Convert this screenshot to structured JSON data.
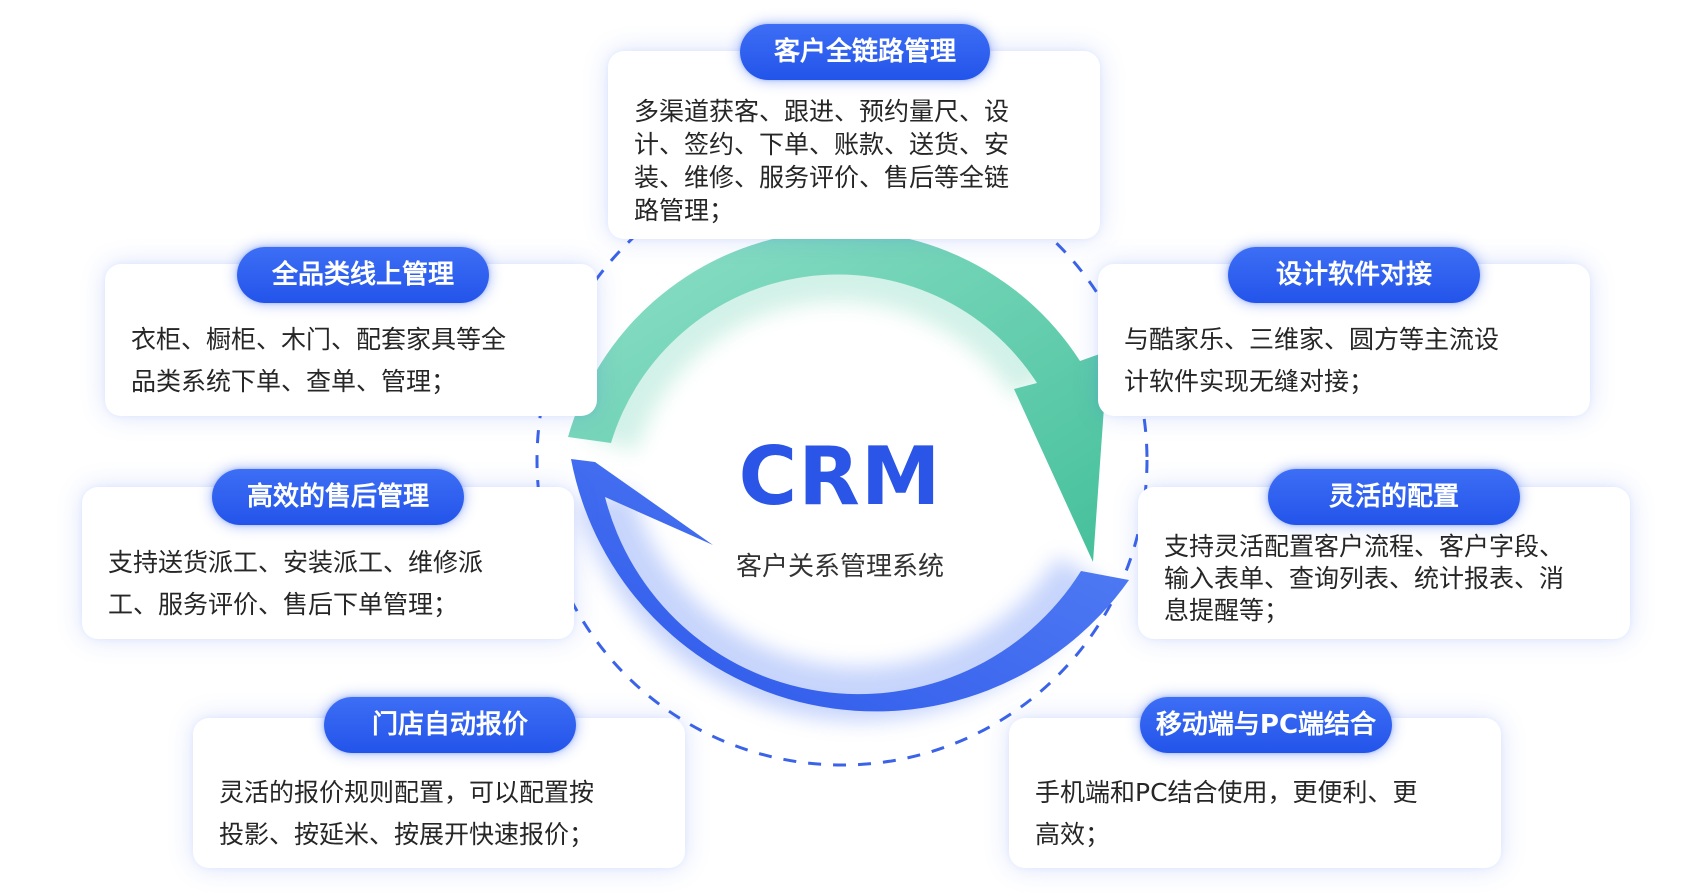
{
  "center": {
    "title": "CRM",
    "subtitle": "客户关系管理系统"
  },
  "colors": {
    "accent_blue": "#2a55e6",
    "arc_green": "#5ccaaa",
    "dash_blue": "#3b63e8"
  },
  "cards": [
    {
      "title": "客户全链路管理",
      "lines": [
        "多渠道获客、跟进、预约量尺、设",
        "计、签约、下单、账款、送货、安",
        "装、维修、服务评价、售后等全链",
        "路管理；"
      ]
    },
    {
      "title": "全品类线上管理",
      "lines": [
        "衣柜、橱柜、木门、配套家具等全",
        "品类系统下单、查单、管理；"
      ]
    },
    {
      "title": "设计软件对接",
      "lines": [
        "与酷家乐、三维家、圆方等主流设",
        "计软件实现无缝对接；"
      ]
    },
    {
      "title": "高效的售后管理",
      "lines": [
        "支持送货派工、安装派工、维修派",
        "工、服务评价、售后下单管理；"
      ]
    },
    {
      "title": "灵活的配置",
      "lines": [
        "支持灵活配置客户流程、客户字段、",
        "输入表单、查询列表、统计报表、消",
        "息提醒等；"
      ]
    },
    {
      "title": "门店自动报价",
      "lines": [
        "灵活的报价规则配置，可以配置按",
        "投影、按延米、按展开快速报价；"
      ]
    },
    {
      "title": "移动端与PC端结合",
      "lines": [
        "手机端和PC结合使用，更便利、更",
        "高效；"
      ]
    }
  ]
}
